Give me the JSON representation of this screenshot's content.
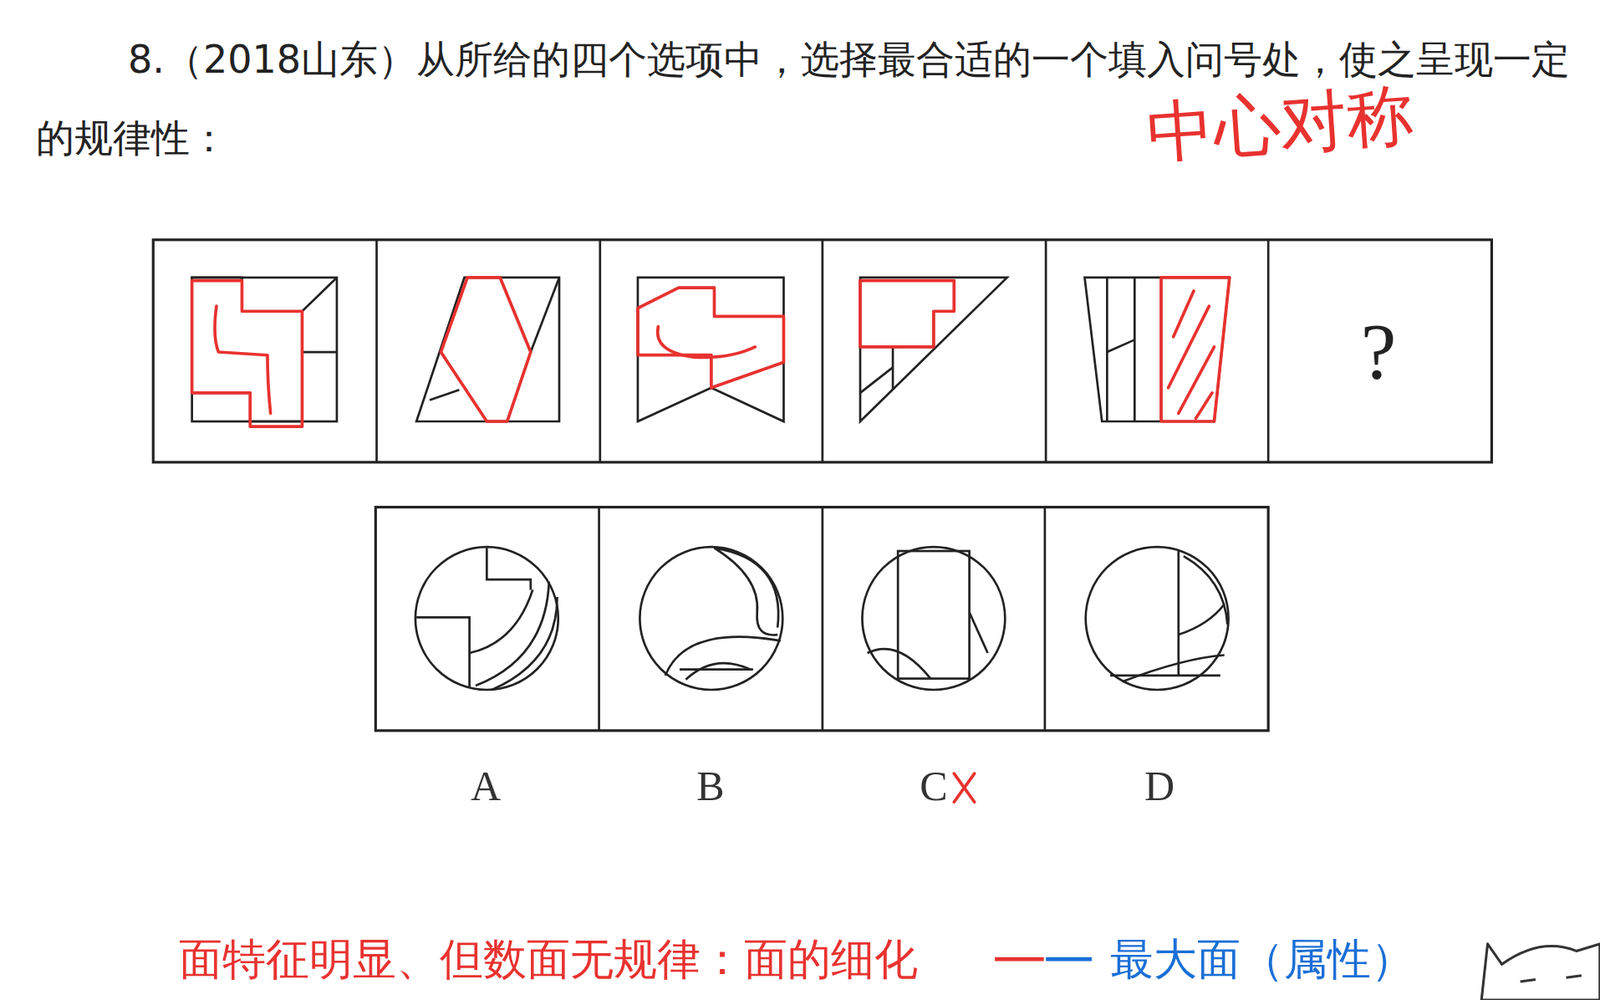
{
  "diagram": {
    "labels": [
      "8.（2018山东）从所给的四个选项中，选择最合适的一个填入问号处，使之呈现一定的规律性：",
      "中心对称",
      "?",
      "A",
      "B",
      "C",
      "D",
      "面特征明显、但数面无规律：面的细化",
      "最大面（属性）"
    ]
  }
}
